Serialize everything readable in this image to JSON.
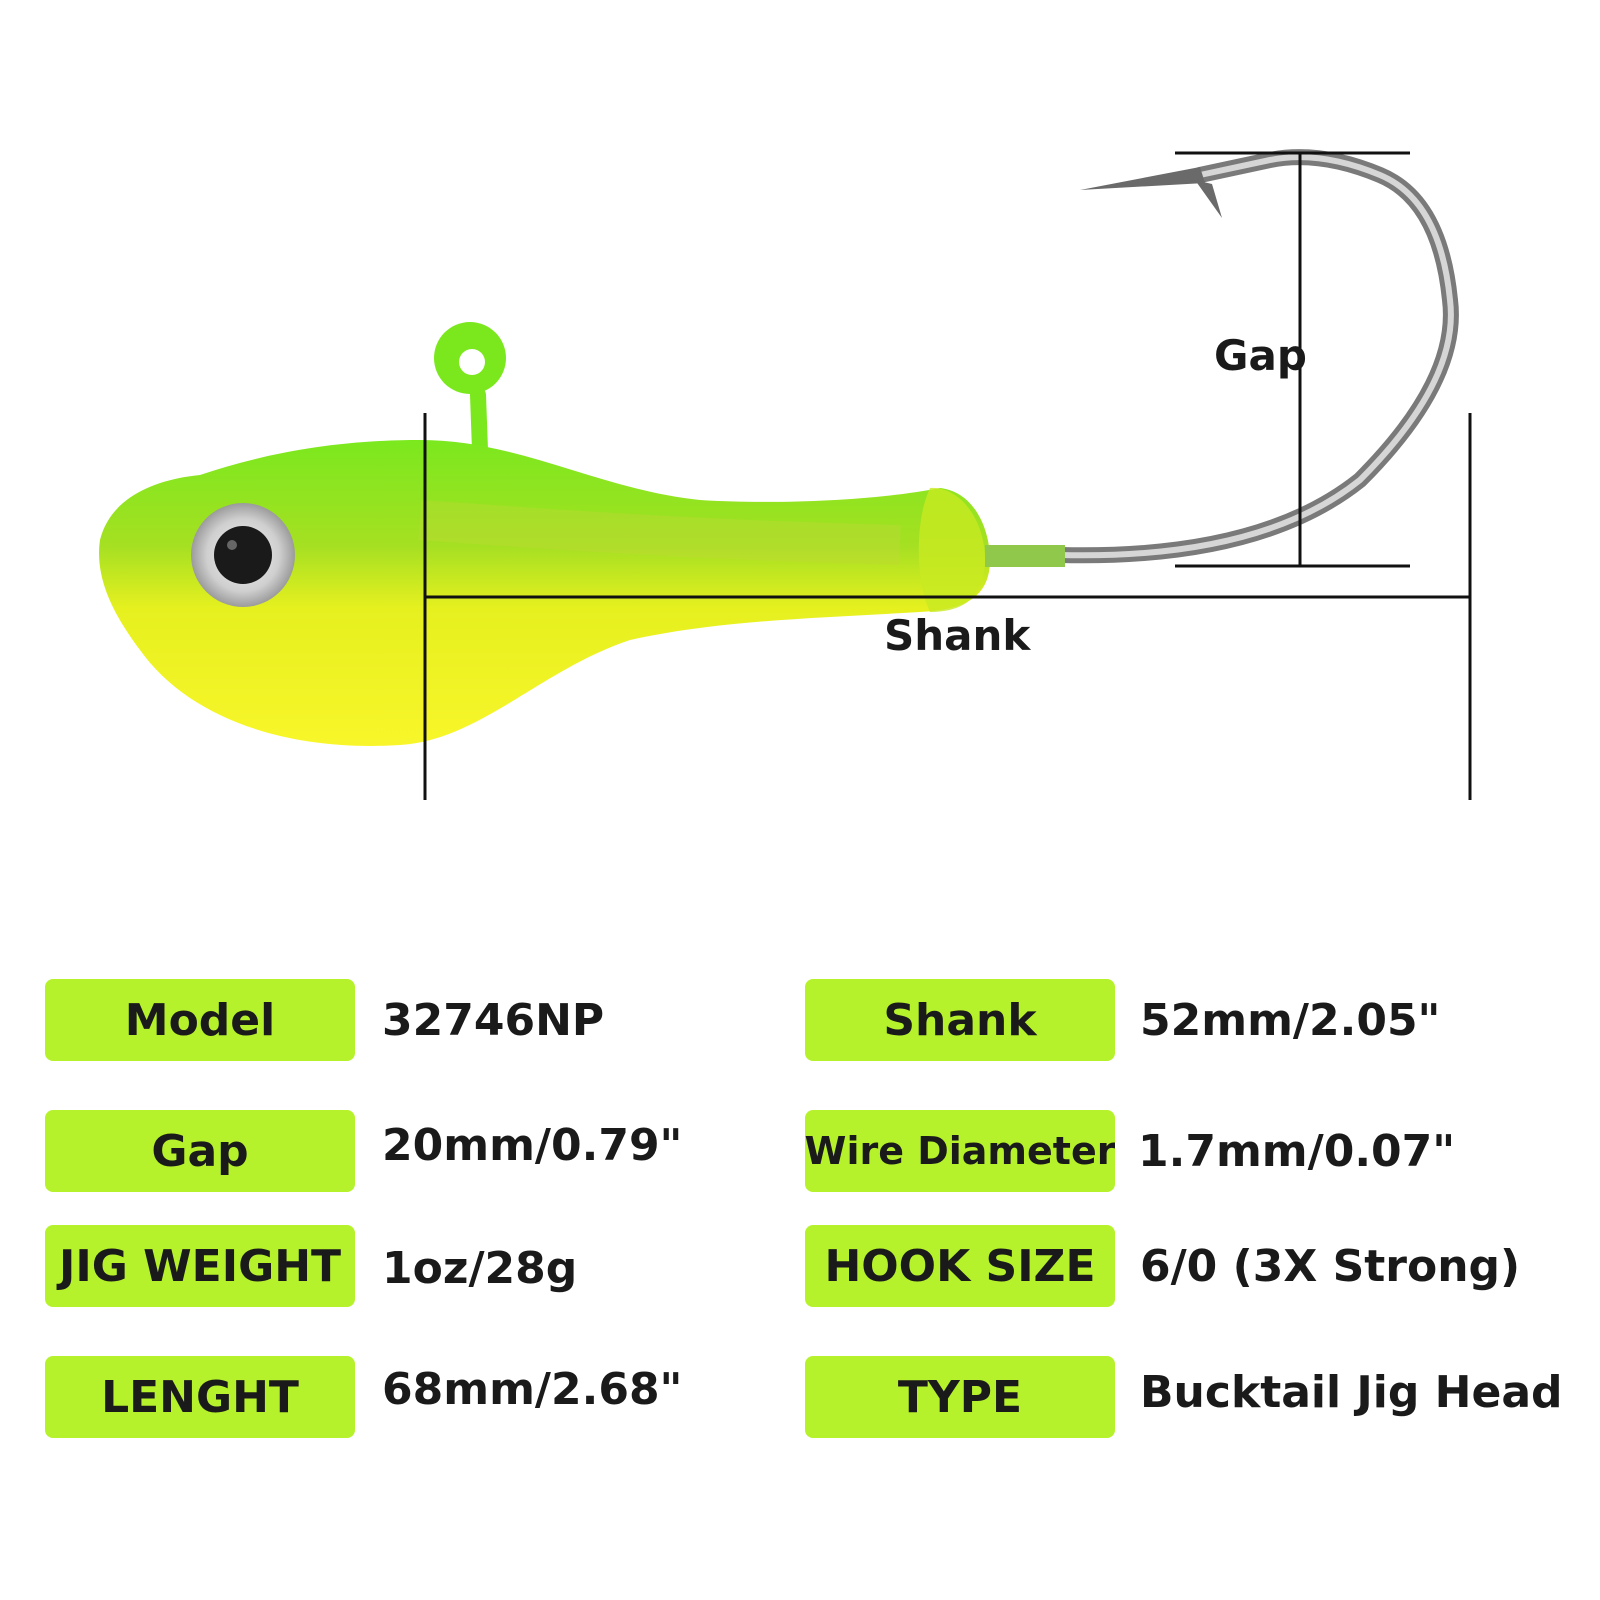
{
  "diagram": {
    "gap_label": "Gap",
    "shank_label": "Shank",
    "colors": {
      "head_green": "#7be81e",
      "body_yellow": "#f2f41e",
      "hook_silver": "#9a9a9a",
      "tag_green": "#b6f22c"
    }
  },
  "specs": {
    "left": [
      {
        "label": "Model",
        "value": "32746NP"
      },
      {
        "label": "Gap",
        "value": "20mm/0.79\""
      },
      {
        "label": "JIG WEIGHT",
        "value": "1oz/28g"
      },
      {
        "label": "LENGHT",
        "value": "68mm/2.68\""
      }
    ],
    "right": [
      {
        "label": "Shank",
        "value": "52mm/2.05\""
      },
      {
        "label": "Wire Diameter",
        "value": "1.7mm/0.07\""
      },
      {
        "label": "HOOK SIZE",
        "value": "6/0 (3X Strong)"
      },
      {
        "label": "TYPE",
        "value": "Bucktail Jig Head"
      }
    ]
  }
}
